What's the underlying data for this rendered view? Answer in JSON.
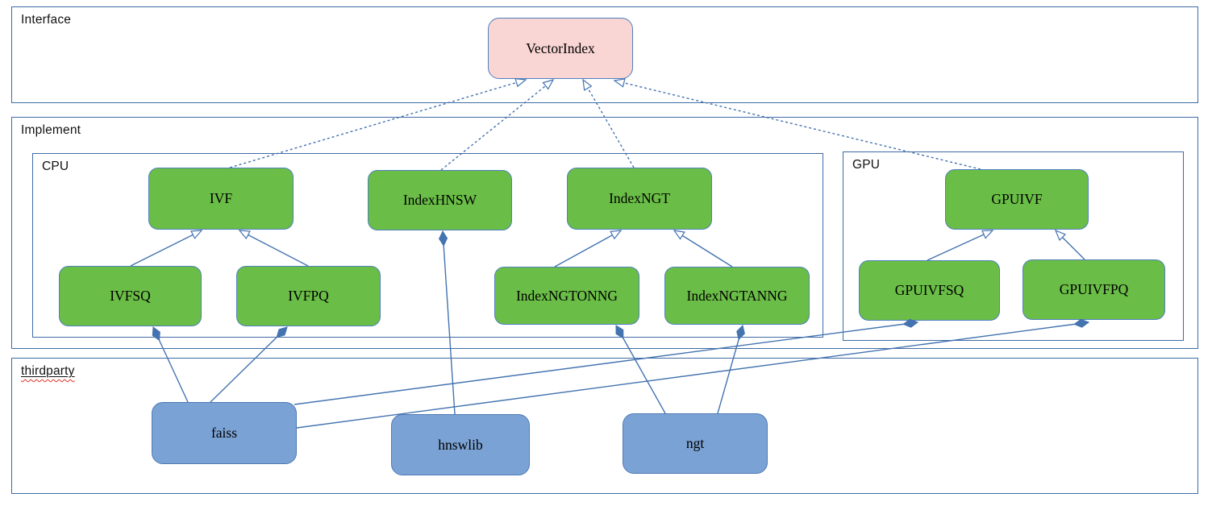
{
  "diagram": {
    "containers": [
      {
        "id": "interface",
        "label": "Interface"
      },
      {
        "id": "implement",
        "label": "Implement"
      },
      {
        "id": "cpu",
        "label": "CPU"
      },
      {
        "id": "gpu",
        "label": "GPU"
      },
      {
        "id": "thirdparty",
        "label": "thirdparty",
        "spellcheck_underline": true
      }
    ],
    "nodes": [
      {
        "id": "vectorindex",
        "label": "VectorIndex",
        "kind": "interface"
      },
      {
        "id": "ivf",
        "label": "IVF",
        "kind": "implementation-cpu"
      },
      {
        "id": "indexhnsw",
        "label": "IndexHNSW",
        "kind": "implementation-cpu"
      },
      {
        "id": "indexngt",
        "label": "IndexNGT",
        "kind": "implementation-cpu"
      },
      {
        "id": "ivfsq",
        "label": "IVFSQ",
        "kind": "implementation-cpu"
      },
      {
        "id": "ivfpq",
        "label": "IVFPQ",
        "kind": "implementation-cpu"
      },
      {
        "id": "indexngtonng",
        "label": "IndexNGTONNG",
        "kind": "implementation-cpu"
      },
      {
        "id": "indexngtanng",
        "label": "IndexNGTANNG",
        "kind": "implementation-cpu"
      },
      {
        "id": "gpuivf",
        "label": "GPUIVF",
        "kind": "implementation-gpu"
      },
      {
        "id": "gpuivfsq",
        "label": "GPUIVFSQ",
        "kind": "implementation-gpu"
      },
      {
        "id": "gpuivfpq",
        "label": "GPUIVFPQ",
        "kind": "implementation-gpu"
      },
      {
        "id": "faiss",
        "label": "faiss",
        "kind": "thirdparty"
      },
      {
        "id": "hnswlib",
        "label": "hnswlib",
        "kind": "thirdparty"
      },
      {
        "id": "ngt",
        "label": "ngt",
        "kind": "thirdparty"
      }
    ],
    "edges": [
      {
        "from": "ivf",
        "to": "vectorindex",
        "type": "realization"
      },
      {
        "from": "indexhnsw",
        "to": "vectorindex",
        "type": "realization"
      },
      {
        "from": "indexngt",
        "to": "vectorindex",
        "type": "realization"
      },
      {
        "from": "gpuivf",
        "to": "vectorindex",
        "type": "realization"
      },
      {
        "from": "ivfsq",
        "to": "ivf",
        "type": "generalization"
      },
      {
        "from": "ivfpq",
        "to": "ivf",
        "type": "generalization"
      },
      {
        "from": "indexngtonng",
        "to": "indexngt",
        "type": "generalization"
      },
      {
        "from": "indexngtanng",
        "to": "indexngt",
        "type": "generalization"
      },
      {
        "from": "gpuivfsq",
        "to": "gpuivf",
        "type": "generalization"
      },
      {
        "from": "gpuivfpq",
        "to": "gpuivf",
        "type": "generalization"
      },
      {
        "from": "faiss",
        "to": "ivfsq",
        "type": "composition"
      },
      {
        "from": "faiss",
        "to": "ivfpq",
        "type": "composition"
      },
      {
        "from": "faiss",
        "to": "gpuivfsq",
        "type": "composition"
      },
      {
        "from": "faiss",
        "to": "gpuivfpq",
        "type": "composition"
      },
      {
        "from": "hnswlib",
        "to": "indexhnsw",
        "type": "composition"
      },
      {
        "from": "ngt",
        "to": "indexngtonng",
        "type": "composition"
      },
      {
        "from": "ngt",
        "to": "indexngtanng",
        "type": "composition"
      }
    ],
    "colors": {
      "node_green_fill": "#6abd46",
      "node_green_border": "#4f81bd",
      "node_pink_fill": "#f9d5d3",
      "node_pink_border": "#4f81bd",
      "node_blue_fill": "#7ba2d4",
      "node_blue_border": "#4e7ab5",
      "container_border": "#3f6ba5",
      "edge_line": "#4473b0",
      "label_text": "#111111",
      "node_text": "#000000",
      "spellcheck_red": "#e03226"
    }
  }
}
